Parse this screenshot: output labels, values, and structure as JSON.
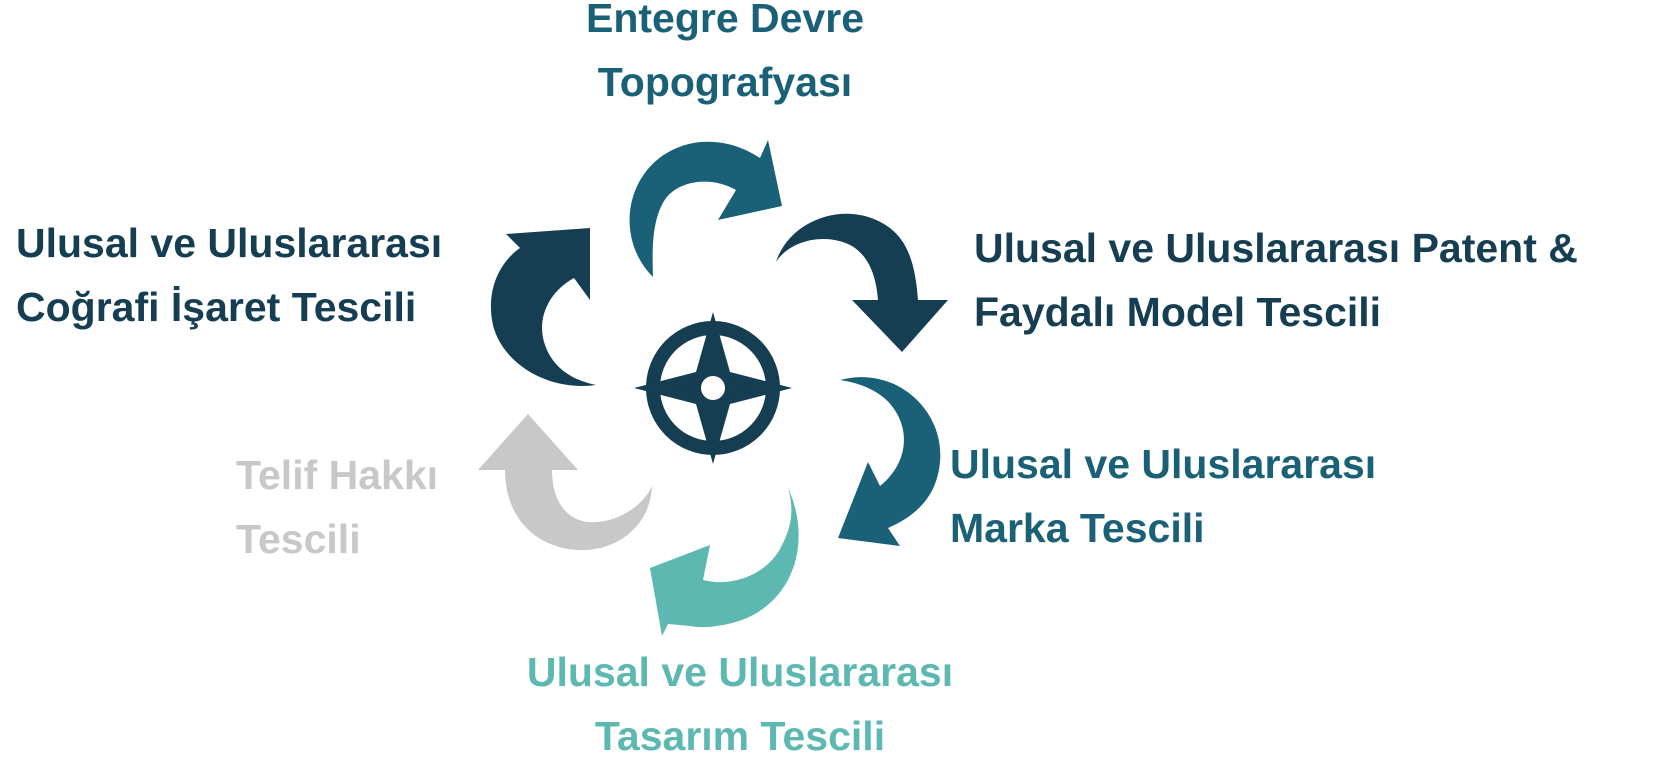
{
  "diagram": {
    "colors": {
      "dark": "#163e52",
      "mid": "#1a6177",
      "teal": "#5eb8b2",
      "gray": "#c8c8c8"
    },
    "center_icon": "compass-icon",
    "labels": {
      "topography": {
        "line1": "Entegre Devre",
        "line2": "Topografyası"
      },
      "patent": {
        "line1": "Ulusal ve Uluslararası Patent &",
        "line2": "Faydalı Model Tescili"
      },
      "trademark": {
        "line1": "Ulusal ve Uluslararası",
        "line2": "Marka Tescili"
      },
      "design": {
        "line1": "Ulusal ve Uluslararası",
        "line2": "Tasarım Tescili"
      },
      "copyright": {
        "line1": "Telif Hakkı",
        "line2": "Tescili"
      },
      "geographic": {
        "line1": "Ulusal ve Uluslararası",
        "line2": "Coğrafi İşaret Tescili"
      }
    }
  }
}
